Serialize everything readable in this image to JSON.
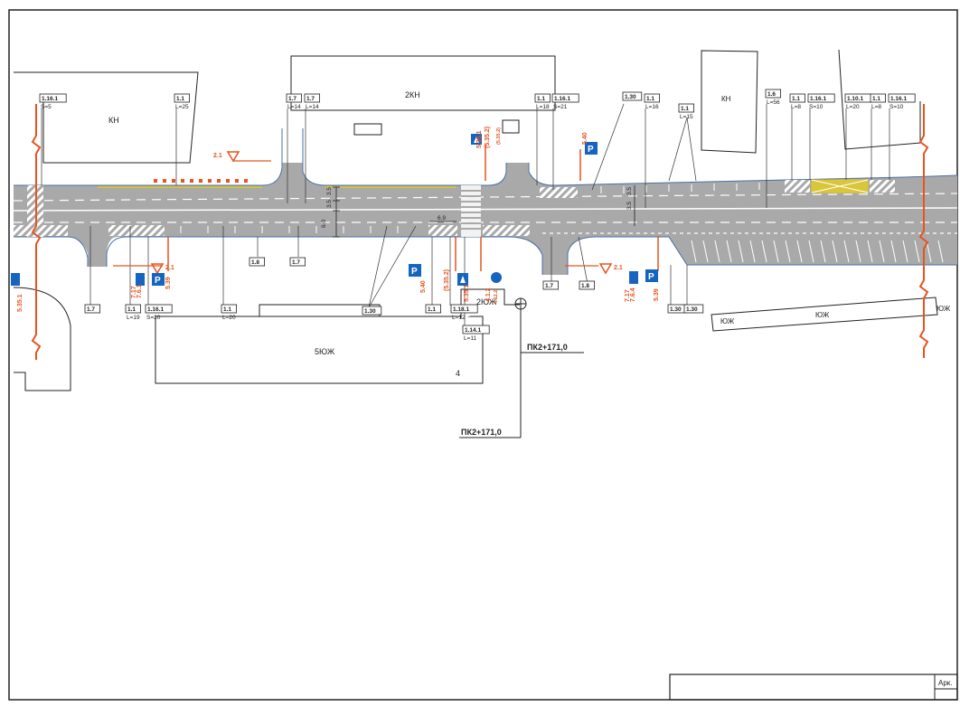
{
  "colors": {
    "road": "#a9a9a9",
    "marking": "#ffffff",
    "yellow_line": "#e3c81a",
    "sign_orange": "#e8531f",
    "sign_blue": "#1565c0",
    "outline": "#222222"
  },
  "buildings": {
    "kn_left": "КН",
    "kn_center": "2КН",
    "kn_right": "КН",
    "yuzh_big": "5ЮЖ",
    "yuzh_big_number": "4",
    "yuzh_small": "2ЮЖ",
    "yuzh_right_a": "ЮЖ",
    "yuzh_right_b": "ЮЖ",
    "yuzh_right_c": "ЮЖ"
  },
  "stations": {
    "upper": "ПК2+171,0",
    "lower": "ПК2+171,0"
  },
  "title_block": {
    "corner": "Арк."
  },
  "marking_top": [
    {
      "code": "1.16.1",
      "sub": "S=5"
    },
    {
      "code": "1.1",
      "sub": "L=25"
    },
    {
      "code": "1.7",
      "sub": "L=14"
    },
    {
      "code": "1.7",
      "sub": "L=14"
    },
    {
      "code": "1.1",
      "sub": "L=18"
    },
    {
      "code": "1.16.1",
      "sub": "S=21"
    },
    {
      "code": "1.30",
      "sub": ""
    },
    {
      "code": "1.1",
      "sub": "L=16"
    },
    {
      "code": "1.1",
      "sub": "L=15"
    },
    {
      "code": "1.6",
      "sub": "L=56"
    },
    {
      "code": "1.1",
      "sub": "L=8"
    },
    {
      "code": "1.16.1",
      "sub": "S=10"
    },
    {
      "code": "1.10.1",
      "sub": "L=20"
    },
    {
      "code": "1.1",
      "sub": "L=8"
    },
    {
      "code": "1.16.1",
      "sub": "S=10"
    }
  ],
  "marking_bottom": [
    {
      "code": "1.7",
      "sub": ""
    },
    {
      "code": "1.1",
      "sub": "L=19"
    },
    {
      "code": "1.16.1",
      "sub": "S=20"
    },
    {
      "code": "1.8",
      "sub": ""
    },
    {
      "code": "1.7",
      "sub": ""
    },
    {
      "code": "1.1",
      "sub": "L=20"
    },
    {
      "code": "1.30",
      "sub": ""
    },
    {
      "code": "1.1",
      "sub": ""
    },
    {
      "code": "1.18.1",
      "sub": "L=12"
    },
    {
      "code": "1.14.1",
      "sub": "L=11"
    },
    {
      "code": "1.7",
      "sub": ""
    },
    {
      "code": "1.8",
      "sub": ""
    },
    {
      "code": "1.30",
      "sub": ""
    },
    {
      "code": "1.30",
      "sub": ""
    }
  ],
  "signs": {
    "yield_top": "2.1",
    "yield_left": "2.1",
    "yield_right": "2.1",
    "s5351": "5.35.1",
    "s5352": "(5.35.2)",
    "s5352b": "(5.35.2)",
    "s5351_left": "5.35.1",
    "s540_top": "5.40",
    "s540_mid": "5.40",
    "s539_left": "5.39",
    "s539_right": "5.39",
    "s761": "7.6.1",
    "s717": "7.17",
    "s764": "7.6.4",
    "s717b": "7.17",
    "s412": "4.1.2",
    "s5351b": "5.35.1",
    "s4122": "4.12.2"
  },
  "dimensions": {
    "d1": "3.5",
    "d2": "3.5",
    "d3": "6.0",
    "d4": "6.9",
    "d5": "3.5",
    "d6": "3.5"
  }
}
